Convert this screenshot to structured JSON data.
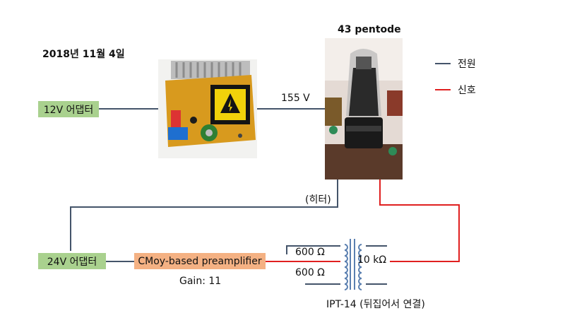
{
  "date": "2018년 11월 4일",
  "tube_title": "43 pentode",
  "adapter_12v": "12V 어댑터",
  "adapter_24v": "24V 어댑터",
  "preamp": "CMoy-based preamplifier",
  "gain": "Gain: 11",
  "voltage": "155 V",
  "heater": "(히터)",
  "primary_top": "600 Ω",
  "primary_bottom": "600 Ω",
  "secondary": "10 kΩ",
  "transformer": "IPT-14 (뒤집어서 연결)",
  "legend": [
    {
      "label": "전원",
      "color": "#44546a"
    },
    {
      "label": "신호",
      "color": "#e02020"
    }
  ],
  "colors": {
    "power": "#44546a",
    "signal": "#e02020",
    "adapter": "#a9d18e",
    "preamp": "#f4b183"
  }
}
